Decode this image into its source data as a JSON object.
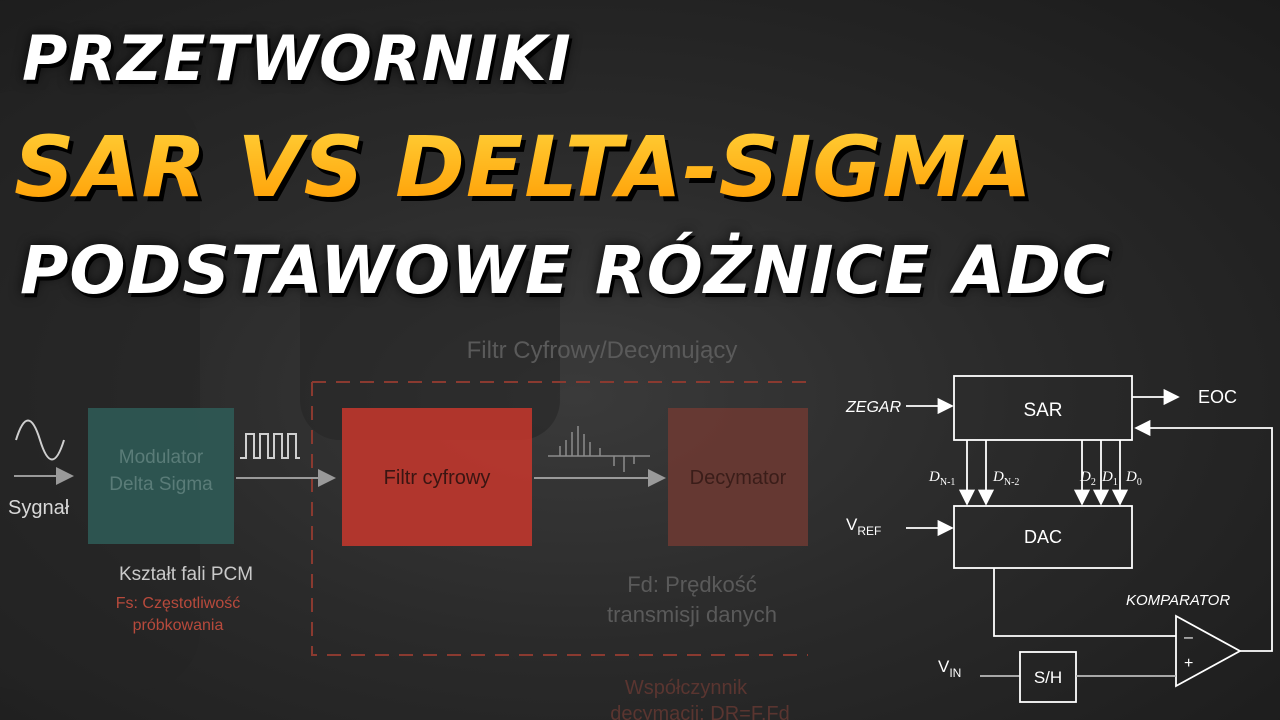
{
  "title": {
    "line1": "PRZETWORNIKI",
    "line2": "SAR VS DELTA-SIGMA",
    "line3": "PODSTAWOWE RÓŻNICE ADC"
  },
  "delta_sigma": {
    "filter_section_title": "Filtr Cyfrowy/Decymujący",
    "input_label": "Sygnał",
    "modulator_line1": "Modulator",
    "modulator_line2": "Delta Sigma",
    "pcm_label": "Kształt fali PCM",
    "fs_line1": "Fs: Częstotliwość",
    "fs_line2": "próbkowania",
    "filter_block": "Filtr cyfrowy",
    "decimator_block": "Decymator",
    "fd_line1": "Fd: Prędkość",
    "fd_line2": "transmisji danych",
    "dr_line1": "Współczynnik",
    "dr_line2": "decymacji: DR=F,Fd"
  },
  "sar": {
    "clock_label": "ZEGAR",
    "sar_block": "SAR",
    "eoc_label": "EOC",
    "bit_n1": "D",
    "bit_n1_sub": "N-1",
    "bit_n2": "D",
    "bit_n2_sub": "N-2",
    "bit_2": "D",
    "bit_2_sub": "2",
    "bit_1": "D",
    "bit_1_sub": "1",
    "bit_0": "D",
    "bit_0_sub": "0",
    "vref": "V",
    "vref_sub": "REF",
    "dac_block": "DAC",
    "comparator_label": "KOMPARATOR",
    "minus": "–",
    "plus": "+",
    "vin": "V",
    "vin_sub": "IN",
    "sh_block": "S/H"
  },
  "colors": {
    "title_white": "#ffffff",
    "title_orange": "#ffb21a",
    "modulator": "#2f5a55",
    "filter": "#c8372d",
    "decimator": "#6e3a33",
    "fs_text": "#b84a3c"
  }
}
